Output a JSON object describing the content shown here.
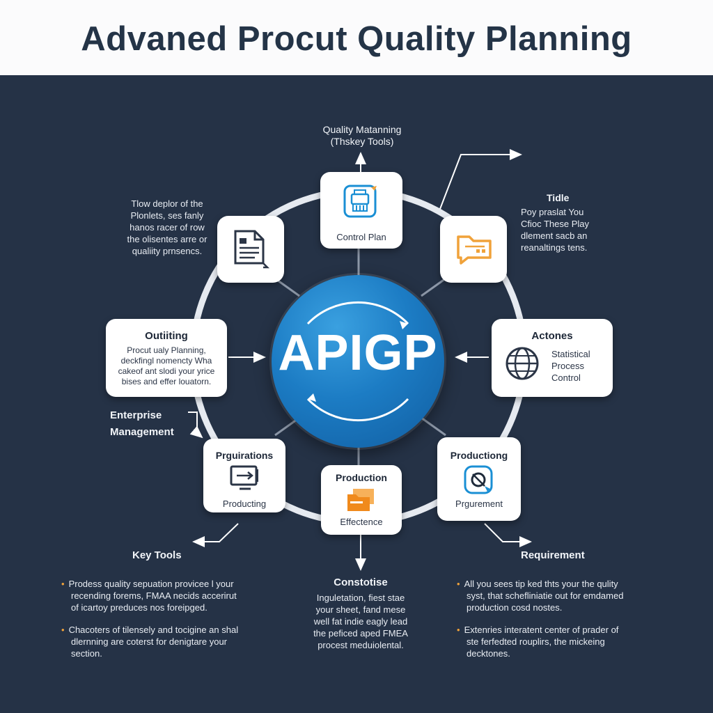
{
  "header": {
    "title": "Advaned Procut Quality Planning"
  },
  "center": {
    "label": "APIGP"
  },
  "top_caption": {
    "line1": "Quality Matanning",
    "line2": "(Thskey Tools)"
  },
  "nodes": {
    "control_plan": {
      "label": "Control Plan",
      "icon": "printer-icon"
    },
    "document": {
      "icon": "document-icon"
    },
    "folder": {
      "icon": "folder-chat-icon"
    },
    "outlining": {
      "heading": "Outiiting",
      "lines": [
        "Procut ualy Planning,",
        "deckfingl nomencty Wha",
        "cakeof ant slodi your yrice",
        "bises and effer louatorn."
      ]
    },
    "actones": {
      "heading": "Actones",
      "lines": [
        "Statistical",
        "Process",
        "Control"
      ],
      "icon": "globe-icon"
    },
    "prguirations": {
      "heading": "Prguirations",
      "label": "Producting",
      "icon": "monitor-arrow-icon"
    },
    "production": {
      "heading": "Production",
      "label": "Effectence",
      "icon": "folder-icon"
    },
    "productiong": {
      "heading": "Productiong",
      "label": "Prgurement",
      "icon": "target-icon"
    }
  },
  "left_text": {
    "lines": [
      "Tlow deplor of the",
      "Plonlets, ses fanly",
      "hanos racer of row",
      "the olisentes arre or",
      "qualiity prnsencs."
    ]
  },
  "right_text": {
    "heading": "Tidle",
    "lines": [
      "Poy praslat You",
      "Cfioc These Play",
      "dlement sacb an",
      "reanaltings tens."
    ]
  },
  "enterprise": {
    "line1": "Enterprise",
    "line2": "Management"
  },
  "key_tools": {
    "heading": "Key Tools",
    "bullets": [
      [
        "Prodess quality sepuation provicee l your",
        "recending forems, FMAA necids accerirut",
        "of icartoy preduces nos foreipged."
      ],
      [
        "Chacoters of tilensely and tocigine an shal",
        "dlernning are coterst for denigtare your",
        "section."
      ]
    ]
  },
  "constotise": {
    "heading": "Constotise",
    "lines": [
      "Inguletation, fiest stae",
      "your sheet, fand mese",
      "well fat indie eagly lead",
      "the peficed aped FMEA",
      "procest meduiolental."
    ]
  },
  "requirement": {
    "heading": "Requirement",
    "bullets": [
      [
        "All you sees tip ked thts your the qulity",
        "syst, that schefliniatie out for emdamed",
        "production cosd nostes."
      ],
      [
        "Extenries interatent center of prader of",
        "ste ferfedted rouplirs, the mickeing",
        "decktones."
      ]
    ]
  },
  "colors": {
    "background": "#253246",
    "accent_blue": "#1c7cc4",
    "accent_orange": "#f0a23a",
    "header_bg": "#fbfbfc"
  }
}
